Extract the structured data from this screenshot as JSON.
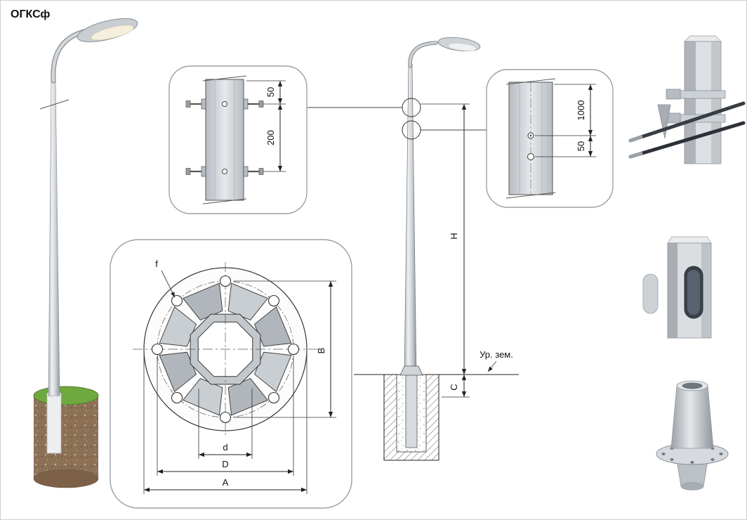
{
  "title": "ОГКСф",
  "colors": {
    "line": "#222222",
    "metal_light": "#e9ebed",
    "metal_mid": "#c6cbd0",
    "metal_dark": "#9aa1a7",
    "grass_green": "#6fa83f",
    "soil_brown": "#8d7156",
    "lamp_lens": "#f5efdb",
    "hatch_line": "#777777"
  },
  "top_detail": {
    "dim_offset": "50",
    "dim_spacing": "200"
  },
  "side_detail": {
    "dim_height": "1000",
    "dim_offset": "50"
  },
  "elevation": {
    "dim_height": "H",
    "dim_embed": "C",
    "ground_label": "Ур. зем."
  },
  "flange_plan": {
    "dim_hole": "f",
    "dim_bolt_span": "B",
    "dim_inner": "d",
    "dim_bolt_circle": "D",
    "dim_outer": "A"
  }
}
